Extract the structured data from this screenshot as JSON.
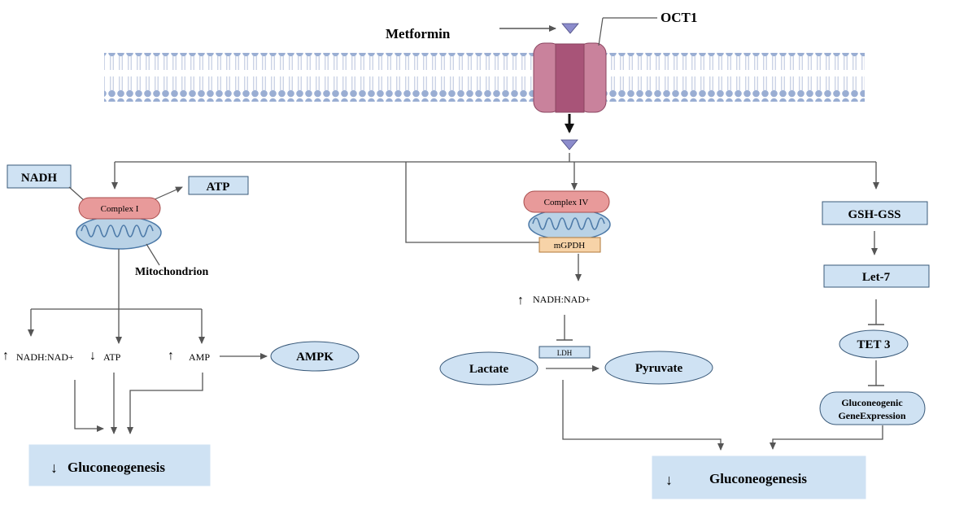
{
  "colors": {
    "line": "#555555",
    "box_fill": "#cfe2f3",
    "box_stroke": "#3a5a7a",
    "ellipse_fill": "#cfe2f3",
    "membrane_dot": "#9aaed3",
    "channel": "#c06b8a",
    "channel_dark": "#a04a6c",
    "complex_fill": "#e89a9a",
    "mito_fill": "#b9d2e6",
    "mgpdh_fill": "#f7d3a8",
    "metformin_mark": "#8c8ccc"
  },
  "top": {
    "drug": "Metformin",
    "transporter": "OCT1"
  },
  "left": {
    "nadh": "NADH",
    "atp": "ATP",
    "complex": "Complex I",
    "mitochondrion": "Mitochondrion",
    "ratio": "NADH:NAD+",
    "atp_level": "ATP",
    "amp": "AMP",
    "ampk": "AMPK",
    "outcome": "Gluconeogenesis"
  },
  "middle": {
    "complex": "Complex IV",
    "mgpdh": "mGPDH",
    "ratio": "NADH:NAD+",
    "ldh": "LDH",
    "lactate": "Lactate",
    "pyruvate": "Pyruvate"
  },
  "right": {
    "gsh": "GSH-GSS",
    "let7": "Let-7",
    "tet3": "TET 3",
    "gene_line1": "Gluconeogenic",
    "gene_line2": "GeneExpression",
    "outcome": "Gluconeogenesis"
  },
  "arrows": {
    "up": "↑",
    "down": "↓"
  }
}
